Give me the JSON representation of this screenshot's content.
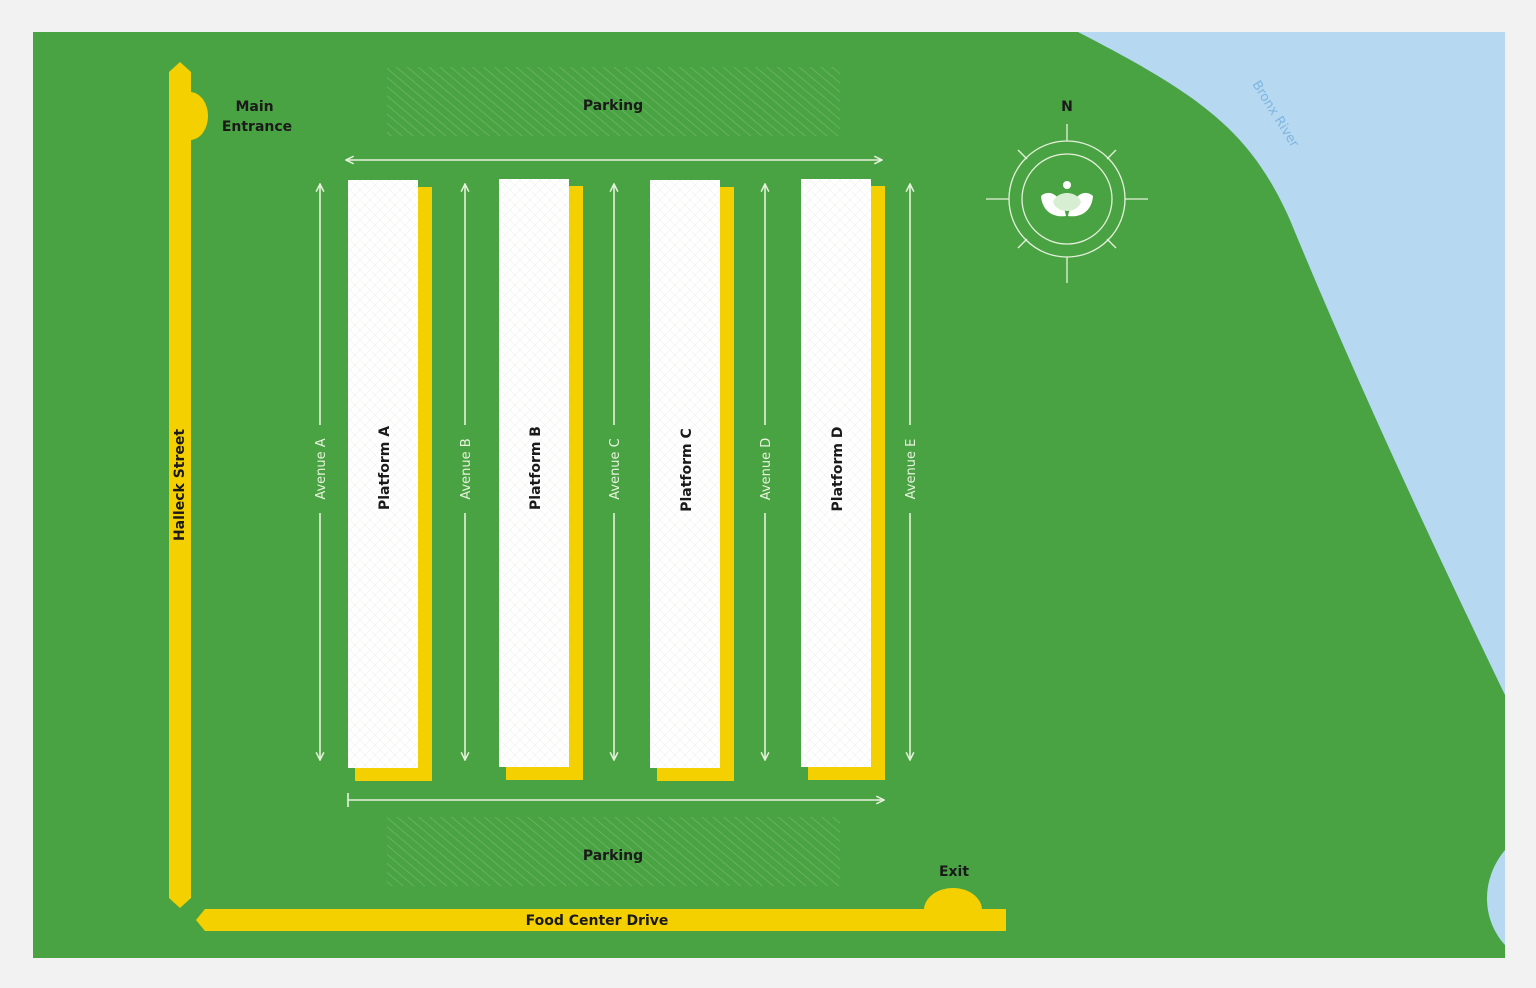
{
  "colors": {
    "background": "#f2f2f2",
    "land": "#4aa342",
    "river": "#b6d8f0",
    "road": "#f5d000",
    "platform": "#ffffff",
    "line": "#e6f1dd"
  },
  "river": {
    "label": "Bronx River"
  },
  "roads": {
    "left_street": "Halleck Street",
    "bottom_street": "Food Center Drive"
  },
  "entrances": {
    "main": [
      "Main",
      "Entrance"
    ],
    "exit": "Exit"
  },
  "parking": {
    "top": "Parking",
    "bottom": "Parking"
  },
  "compass": {
    "north_label": "N",
    "icon": "leaf-logo-icon"
  },
  "platforms": [
    {
      "label": "Platform A"
    },
    {
      "label": "Platform B"
    },
    {
      "label": "Platform C"
    },
    {
      "label": "Platform D"
    }
  ],
  "avenues": [
    {
      "label": "Avenue A"
    },
    {
      "label": "Avenue B"
    },
    {
      "label": "Avenue C"
    },
    {
      "label": "Avenue D"
    },
    {
      "label": "Avenue E"
    }
  ]
}
